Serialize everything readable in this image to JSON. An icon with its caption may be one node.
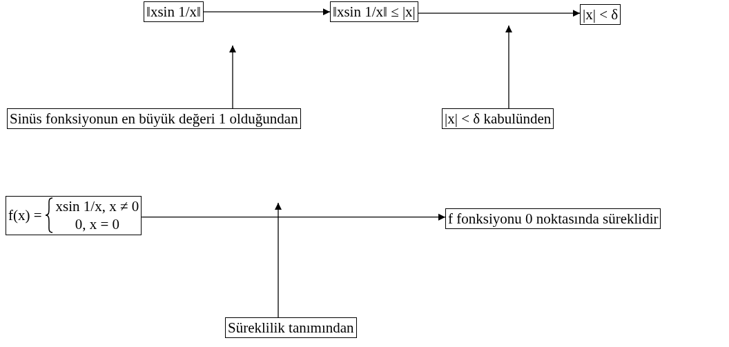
{
  "diagram": {
    "nodes": [
      {
        "text": [
          "‖xsin 1/x‖"
        ]
      },
      {
        "text": [
          "‖xsin 1/x‖ ≤ |x|"
        ]
      },
      {
        "text": [
          "|x| < δ"
        ]
      },
      {
        "text": [
          "Sinüs fonksiyonun en büyük değeri 1 olduğundan"
        ]
      },
      {
        "text": [
          "|x| < δ  kabulünden"
        ]
      },
      {
        "text": [
          "f(x) =",
          "xsin 1/x,  x ≠ 0",
          "0,  x = 0"
        ]
      },
      {
        "text": [
          "f fonksiyonu 0 noktasında süreklidir"
        ]
      },
      {
        "text": [
          "Süreklilik tanımından"
        ]
      }
    ],
    "edges": [
      {
        "from": 0,
        "to": 1,
        "arrow": "to"
      },
      {
        "from": 1,
        "to": 2,
        "arrow": "to"
      },
      {
        "from": 3,
        "to": null,
        "arrow": "to"
      },
      {
        "from": 4,
        "to": null,
        "arrow": "to"
      },
      {
        "from": 5,
        "to": 6,
        "arrow": "to"
      },
      {
        "from": 7,
        "to": null,
        "arrow": "to"
      }
    ]
  }
}
